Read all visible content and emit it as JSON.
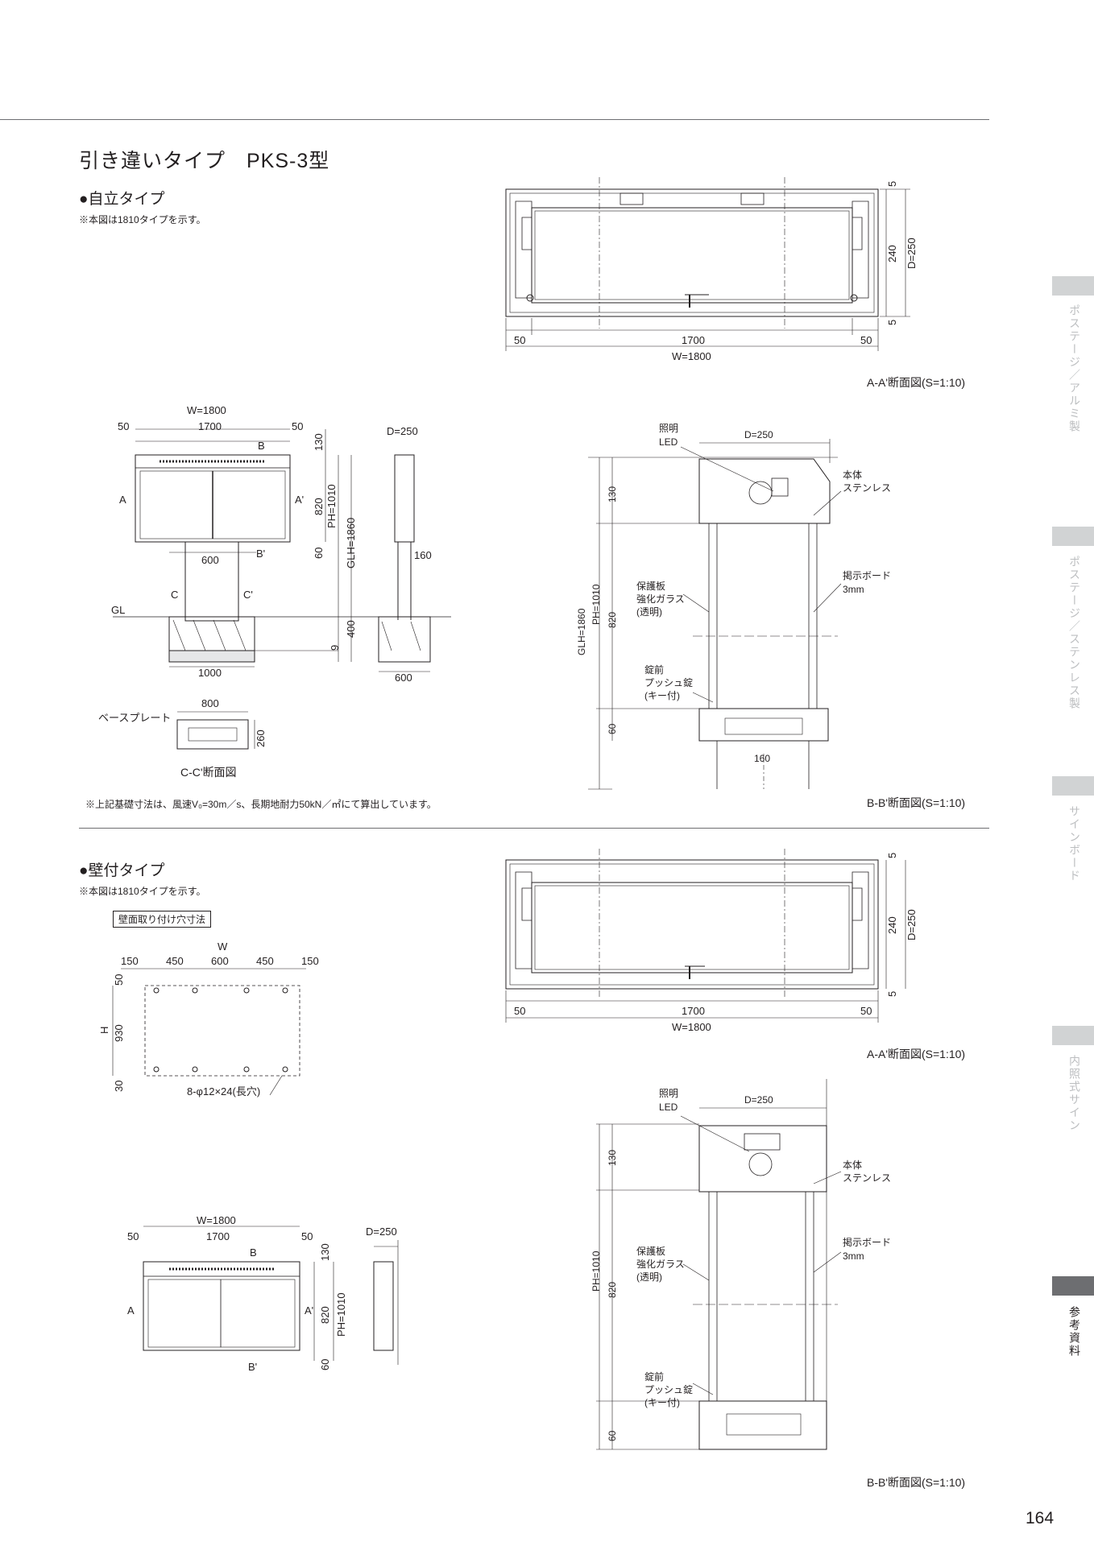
{
  "header": {
    "title": "引き違いタイプ　PKS-3型",
    "section_freestanding": "●自立タイプ",
    "note_freestanding": "※本図は1810タイプを示す。",
    "section_wall": "●壁付タイプ",
    "note_wall": "※本図は1810タイプを示す。",
    "wall_hole_label": "壁面取り付け穴寸法"
  },
  "captions": {
    "aa1": "A-A'断面図(S=1:10)",
    "bb1": "B-B'断面図(S=1:10)",
    "aa2": "A-A'断面図(S=1:10)",
    "bb2": "B-B'断面図(S=1:10)",
    "cc": "C-C'断面図",
    "foundation_note": "※上記基礎寸法は、風速V₀=30m／s、長期地耐力50kN／㎡にて算出しています。"
  },
  "dims": {
    "w1800": "W=1800",
    "w1700": "1700",
    "d50": "50",
    "d5": "5",
    "d240": "240",
    "d250": "D=250",
    "d130": "130",
    "d820": "820",
    "d60": "60",
    "ph1010": "PH=1010",
    "glh1860": "GLH=1860",
    "d600": "600",
    "d160": "160",
    "d400": "400",
    "d9": "9",
    "d1000": "1000",
    "d800": "800",
    "d260": "260",
    "gl": "GL",
    "w": "W",
    "h": "H",
    "d150": "150",
    "d450": "450",
    "d930": "930",
    "d30": "30",
    "holes": "8-φ12×24(長穴)",
    "a": "A",
    "a_p": "A'",
    "b": "B",
    "b_p": "B'",
    "c": "C",
    "c_p": "C'",
    "baseplate": "ベースプレート"
  },
  "labels": {
    "led1": "照明",
    "led2": "LED",
    "body1": "本体",
    "body2": "ステンレス",
    "board1": "掲示ボード",
    "board2": "3mm",
    "glass1": "保護板",
    "glass2": "強化ガラス",
    "glass3": "(透明)",
    "lock1": "錠前",
    "lock2": "プッシュ錠",
    "lock3": "(キー付)"
  },
  "sidebar": {
    "tabs": [
      {
        "label": "ポステージ／アルミ製",
        "active": false
      },
      {
        "label": "ポステージ／ステンレス製",
        "active": false
      },
      {
        "label": "サインボード",
        "active": false
      },
      {
        "label": "内照式サイン",
        "active": false
      },
      {
        "label": "参考資料",
        "active": true
      }
    ]
  },
  "page_number": "164"
}
